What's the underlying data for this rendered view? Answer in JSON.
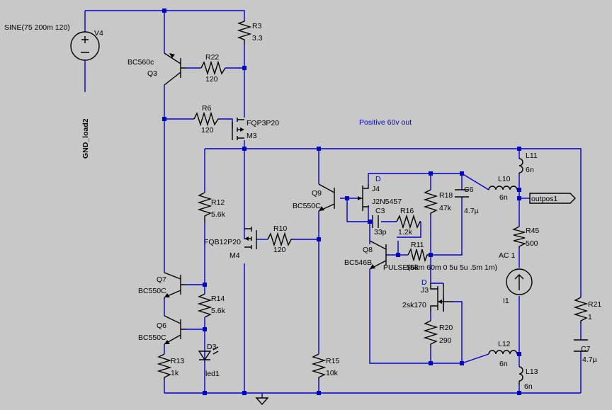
{
  "sources": {
    "v4_name": "V4",
    "v4_value": "SINE(75 200m 120)",
    "i1_name": "I1",
    "i1_ac": "AC 1",
    "i1_value": "PULSE(58m 60m 0 5u 5u .5m 1m)"
  },
  "labels": {
    "gnd_load": "GND_load2",
    "positive_out": "Positive 60v out",
    "outpos": "outpos1"
  },
  "resistors": [
    {
      "name": "R3",
      "value": "3.3"
    },
    {
      "name": "R22",
      "value": "120"
    },
    {
      "name": "R6",
      "value": "120"
    },
    {
      "name": "R12",
      "value": "5.6k"
    },
    {
      "name": "R10",
      "value": "120"
    },
    {
      "name": "R14",
      "value": "5.6k"
    },
    {
      "name": "R13",
      "value": "1k"
    },
    {
      "name": "R15",
      "value": "10k"
    },
    {
      "name": "R18",
      "value": "47k"
    },
    {
      "name": "R16",
      "value": "1.2k"
    },
    {
      "name": "R11",
      "value": "56k"
    },
    {
      "name": "R20",
      "value": "290"
    },
    {
      "name": "R45",
      "value": "500"
    },
    {
      "name": "R21",
      "value": "1"
    }
  ],
  "capacitors": [
    {
      "name": "C6",
      "value": "4.7µ"
    },
    {
      "name": "C3",
      "value": "33p"
    },
    {
      "name": "C7",
      "value": "4.7µ"
    }
  ],
  "inductors": [
    {
      "name": "L11",
      "value": "6n"
    },
    {
      "name": "L10",
      "value": "6n"
    },
    {
      "name": "L12",
      "value": "6n"
    },
    {
      "name": "L13",
      "value": "6n"
    }
  ],
  "transistors": [
    {
      "name": "Q3",
      "model": "BC560c"
    },
    {
      "name": "M3",
      "model": "FQP3P20"
    },
    {
      "name": "M4",
      "model": "FQB12P20"
    },
    {
      "name": "Q9",
      "model": "BC550C"
    },
    {
      "name": "J4",
      "model": "J2N5457",
      "pin": "D"
    },
    {
      "name": "Q8",
      "model": "BC546B"
    },
    {
      "name": "J3",
      "model": "2sk170",
      "pin": "D"
    },
    {
      "name": "Q7",
      "model": "BC550C"
    },
    {
      "name": "Q6",
      "model": "BC550C"
    }
  ],
  "diodes": [
    {
      "name": "D3",
      "model": "led1"
    }
  ]
}
